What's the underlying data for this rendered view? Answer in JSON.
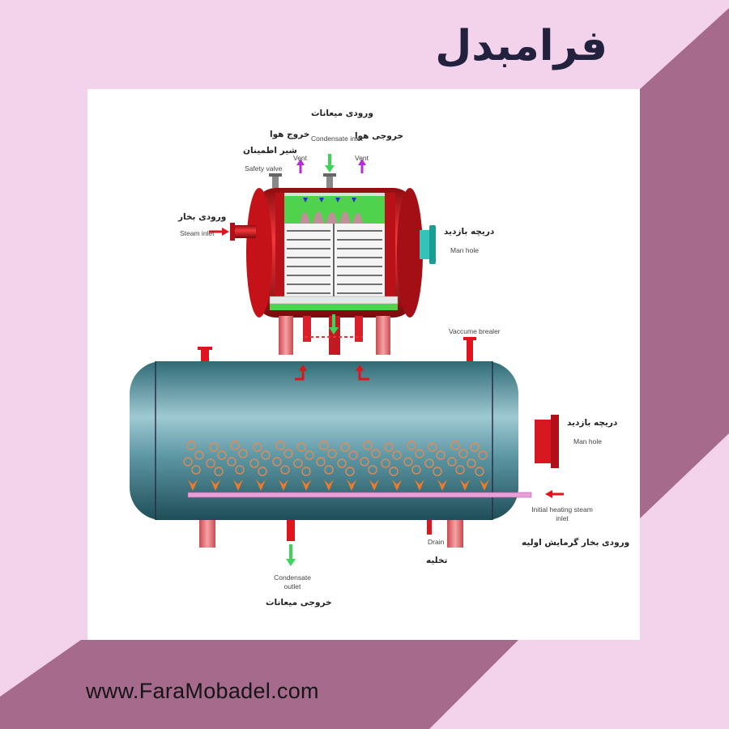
{
  "brand": {
    "name": "فرامبدل",
    "url": "www.FaraMobadel.com"
  },
  "colors": {
    "background": "#f3d3ec",
    "stripe": "#a56a8c",
    "brand_text": "#22223e",
    "vessel_red": "#e0141c",
    "tank_steel": "#5a9aaa",
    "arrow_green": "#3ed35a",
    "arrow_purple": "#b62dd8"
  },
  "labels": {
    "condensate_inlet_fa": "ورودی میعانات",
    "condensate_inlet_en": "Condensate inlet",
    "air_out_left_fa": "خروج هوا",
    "air_out_right_fa": "خروجی هوا",
    "vent_left_en": "Vent",
    "vent_right_en": "Vent",
    "safety_valve_fa": "شیر اطمینان",
    "safety_valve_en": "Safety valve",
    "steam_inlet_fa": "ورودی بخار",
    "steam_inlet_en": "Steam inlet",
    "manhole_top_fa": "دریچه بازدید",
    "manhole_top_en": "Man hole",
    "vacuum_breaker_en": "Vaccume brealer",
    "manhole_tank_fa": "دریچه بازدید",
    "manhole_tank_en": "Man hole",
    "initial_steam_en_1": "Initial heating steam",
    "initial_steam_en_2": "inlet",
    "initial_steam_fa": "ورودی بخار گرمایش اولیه",
    "drain_en": "Drain",
    "drain_fa": "تخلیه",
    "condensate_outlet_en_1": "Condensate",
    "condensate_outlet_en_2": "outlet",
    "condensate_outlet_fa": "خروجی میعانات"
  }
}
